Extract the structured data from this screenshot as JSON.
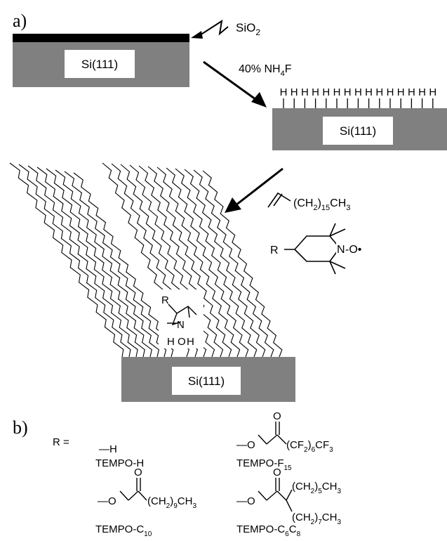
{
  "panel_a": {
    "label": "a)",
    "oxide": "SiO",
    "oxide_sub": "2",
    "substrate_1": "Si(111)",
    "etch": "40% NH",
    "etch_sub": "4",
    "etch_tail": "F",
    "hydride_atom": "H",
    "substrate_2": "Si(111)",
    "alkene_pre": "(CH",
    "alkene_sub1": "2",
    "alkene_mid": ")",
    "alkene_sub2": "15",
    "alkene_tail": "CH",
    "alkene_sub3": "3",
    "tempo_r": "R",
    "tempo_n": "N",
    "tempo_o": "-O•",
    "inset_r": "R",
    "inset_n": "N",
    "inset_h": "H",
    "inset_o": "O",
    "inset_h2": "H",
    "substrate_3": "Si(111)"
  },
  "panel_b": {
    "label": "b)",
    "r_equals": "R =",
    "h_group": "—H",
    "tempo_h": "TEMPO-H",
    "f15_o1": "O",
    "f15_o2": "—O",
    "f15_chain": "(CF",
    "f15_sub1": "2",
    "f15_mid": ")",
    "f15_sub2": "6",
    "f15_tail": "CF",
    "f15_sub3": "3",
    "tempo_f15": "TEMPO-F",
    "tempo_f15_sub": "15",
    "c10_o1": "O",
    "c10_o2": "—O",
    "c10_chain": "(CH",
    "c10_sub1": "2",
    "c10_mid": ")",
    "c10_sub2": "9",
    "c10_tail": "CH",
    "c10_sub3": "3",
    "tempo_c10": "TEMPO-C",
    "tempo_c10_sub": "10",
    "c6c8_o1": "O",
    "c6c8_o2": "—O",
    "c6c8_top": "(CH",
    "c6c8_top_sub1": "2",
    "c6c8_top_mid": ")",
    "c6c8_top_sub2": "5",
    "c6c8_top_tail": "CH",
    "c6c8_top_sub3": "3",
    "c6c8_bot": "(CH",
    "c6c8_bot_sub1": "2",
    "c6c8_bot_mid": ")",
    "c6c8_bot_sub2": "7",
    "c6c8_bot_tail": "CH",
    "c6c8_bot_sub3": "3",
    "tempo_c6c8": "TEMPO-C",
    "tempo_c6c8_sub1": "6",
    "tempo_c6c8_mid": "C",
    "tempo_c6c8_sub2": "8"
  },
  "colors": {
    "substrate": "#808080",
    "oxide": "#000000",
    "label_box": "#ffffff"
  }
}
